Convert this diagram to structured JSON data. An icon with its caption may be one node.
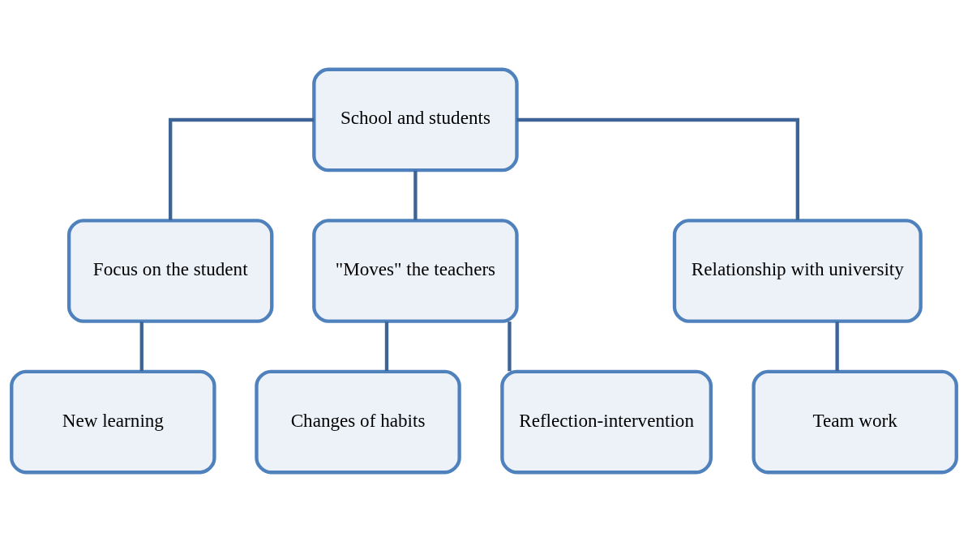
{
  "diagram": {
    "nodes": [
      {
        "text": [
          "School and students"
        ]
      },
      {
        "text": [
          "Focus on the student"
        ]
      },
      {
        "text": [
          "\"Moves\" the teachers"
        ]
      },
      {
        "text": [
          "Relationship with university"
        ]
      },
      {
        "text": [
          "New learning"
        ]
      },
      {
        "text": [
          "Changes of habits"
        ]
      },
      {
        "text": [
          "Reflection-intervention"
        ]
      },
      {
        "text": [
          "Team work"
        ]
      }
    ],
    "edges": [
      {
        "from": 0,
        "to": 1,
        "arrow": "none"
      },
      {
        "from": 0,
        "to": 2,
        "arrow": "none"
      },
      {
        "from": 0,
        "to": 3,
        "arrow": "none"
      },
      {
        "from": 1,
        "to": 4,
        "arrow": "none"
      },
      {
        "from": 2,
        "to": 5,
        "arrow": "none"
      },
      {
        "from": 2,
        "to": 6,
        "arrow": "none"
      },
      {
        "from": 3,
        "to": 7,
        "arrow": "none"
      }
    ]
  }
}
